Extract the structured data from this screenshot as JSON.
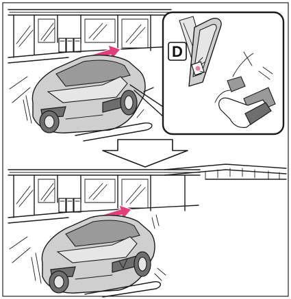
{
  "illustration": {
    "top_panel": {
      "callout_label": "D"
    },
    "colors": {
      "arrow_accent": "#e0407a",
      "button_indicator": "#e87fa5",
      "vehicle_body": "#cfcfcf"
    },
    "icons": {
      "transition_arrow": "hollow-down-arrow",
      "motion_arrows": "pink-forward-arrows"
    }
  }
}
